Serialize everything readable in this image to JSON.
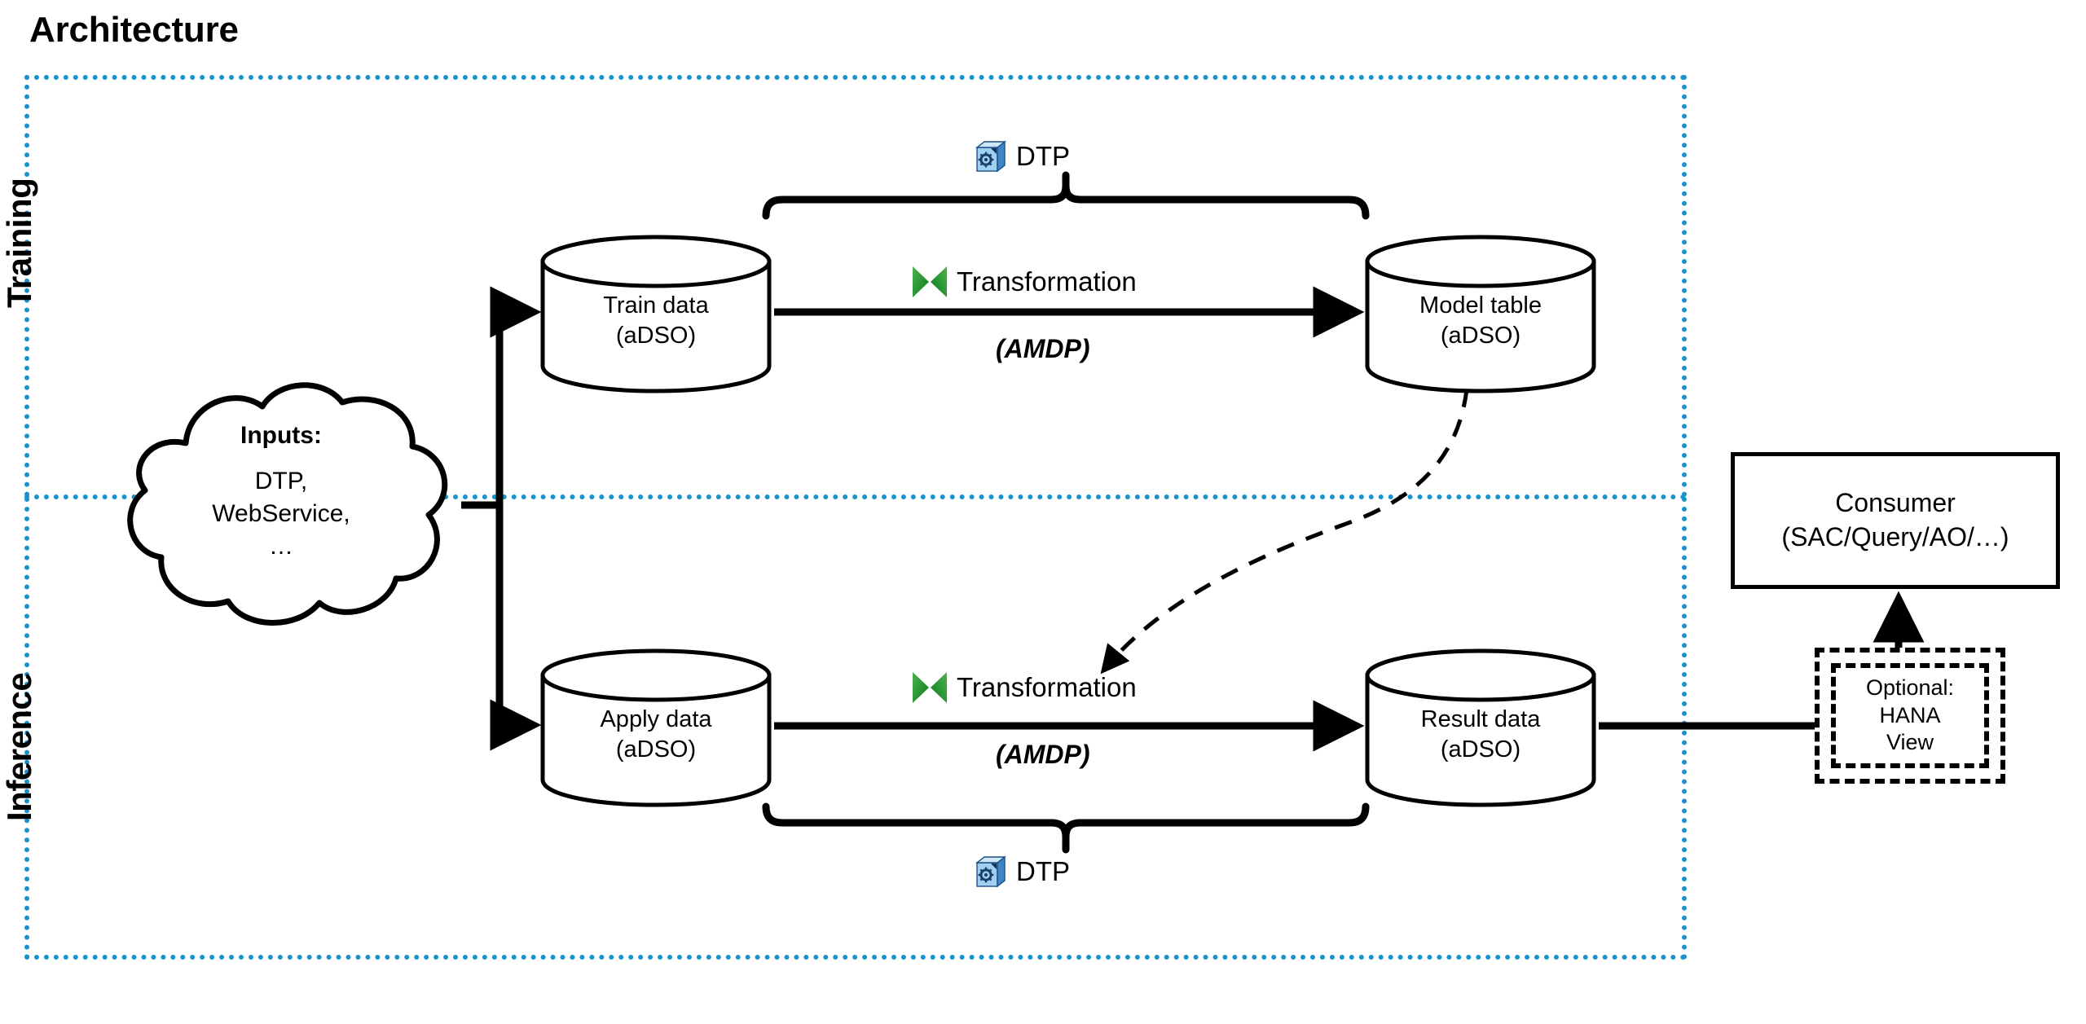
{
  "page": {
    "title": "Architecture"
  },
  "regions": {
    "training": {
      "label": "Training",
      "border_color": "#1a93cc"
    },
    "inference": {
      "label": "Inference",
      "border_color": "#1a93cc"
    }
  },
  "cloud": {
    "name": "inputs-cloud",
    "heading": "Inputs:",
    "lines": [
      "DTP,",
      "WebService,",
      "…"
    ]
  },
  "nodes": {
    "train_data": {
      "title": "Train data",
      "subtitle": "(aDSO)"
    },
    "model_table": {
      "title": "Model table",
      "subtitle": "(aDSO)"
    },
    "apply_data": {
      "title": "Apply data",
      "subtitle": "(aDSO)"
    },
    "result_data": {
      "title": "Result data",
      "subtitle": "(aDSO)"
    },
    "consumer": {
      "line1": "Consumer",
      "line2": "(SAC/Query/AO/…)"
    },
    "optional_view": {
      "line1": "Optional:",
      "line2": "HANA",
      "line3": "View"
    }
  },
  "process_labels": {
    "dtp_top": {
      "icon": "dtp-icon",
      "text": "DTP"
    },
    "dtp_bottom": {
      "icon": "dtp-icon",
      "text": "DTP"
    },
    "transformation_top": {
      "icon": "transformation-icon",
      "text": "Transformation",
      "detail": "(AMDP)"
    },
    "transformation_bottom": {
      "icon": "transformation-icon",
      "text": "Transformation",
      "detail": "(AMDP)"
    }
  },
  "colors": {
    "region_border": "#1a93cc",
    "transformation_green_light": "#3cae3c",
    "transformation_green_dark": "#0e7a23",
    "dtp_blue_face": "#9fd0f0",
    "dtp_blue_side": "#2a6fb5",
    "line_black": "#000000"
  }
}
